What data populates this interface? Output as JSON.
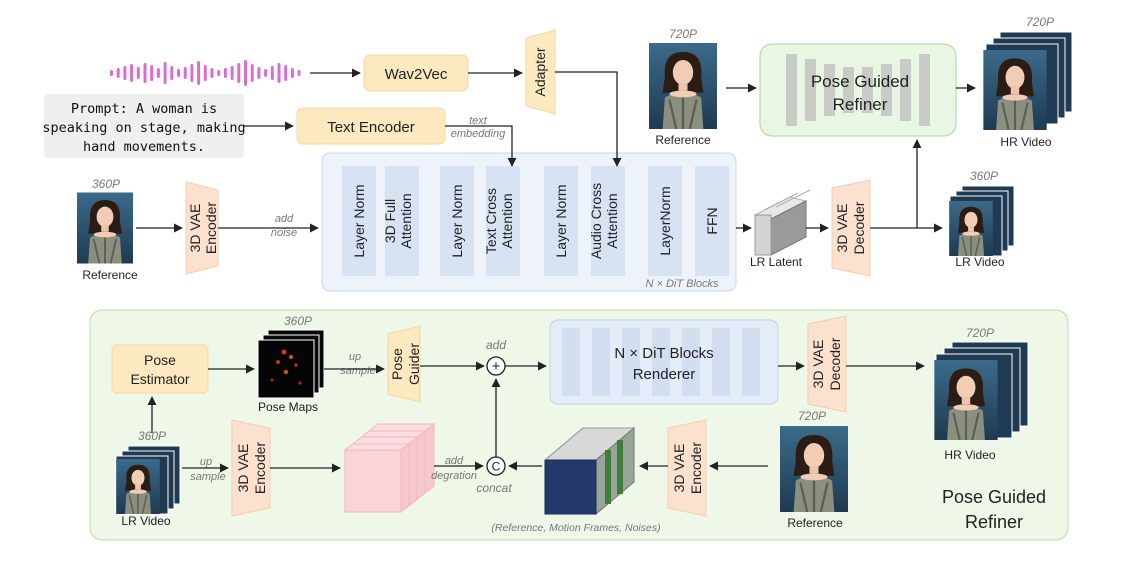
{
  "top": {
    "wav2vec": "Wav2Vec",
    "adapter": "Adapter",
    "prompt": {
      "line1": "Prompt: A woman is",
      "line2": "speaking on stage, making",
      "line3": "hand movements."
    },
    "text_encoder": "Text Encoder",
    "text_embedding_line1": "text",
    "text_embedding_line2": "embedding",
    "res_360p": "360P",
    "reference_label": "Reference",
    "vae_encoder_line1": "3D VAE",
    "vae_encoder_line2": "Encoder",
    "add_noise_line1": "add",
    "add_noise_line2": "noise",
    "dit_blocks": [
      {
        "line1": "Layer Norm",
        "line2": ""
      },
      {
        "line1": "3D Full",
        "line2": "Attention"
      },
      {
        "line1": "Layer Norm",
        "line2": ""
      },
      {
        "line1": "Text Cross",
        "line2": "Attention"
      },
      {
        "line1": "Layer Norm",
        "line2": ""
      },
      {
        "line1": "Audio Cross",
        "line2": "Attention"
      },
      {
        "line1": "LayerNorm",
        "line2": ""
      },
      {
        "line1": "FFN",
        "line2": ""
      }
    ],
    "dit_caption": "N  × DiT Blocks",
    "lr_latent": "LR Latent",
    "vae_decoder_line1": "3D VAE",
    "vae_decoder_line2": "Decoder",
    "res_360p_out": "360P",
    "lr_video": "LR Video",
    "res_720p_ref": "720P",
    "reference_720_label": "Reference",
    "refiner_line1": "Pose Guided",
    "refiner_line2": "Refiner",
    "res_720p_out": "720P",
    "hr_video": "HR Video"
  },
  "bottom": {
    "pose_estimator_line1": "Pose",
    "pose_estimator_line2": "Estimator",
    "res_360p_pose": "360P",
    "pose_maps": "Pose Maps",
    "up_sample_line1": "up",
    "up_sample_line2": "sample",
    "pose_guider_line1": "Pose",
    "pose_guider_line2": "Guider",
    "add_label": "add",
    "plus_symbol": "+",
    "renderer_line1": "N  × DiT Blocks",
    "renderer_line2": "Renderer",
    "vae_decoder_line1": "3D VAE",
    "vae_decoder_line2": "Decoder",
    "res_720p_out": "720P",
    "hr_video": "HR Video",
    "res_360p_in": "360P",
    "lr_video": "LR Video",
    "up_sample2_line1": "up",
    "up_sample2_line2": "sample",
    "vae_encoder_line1": "3D VAE",
    "vae_encoder_line2": "Encoder",
    "add_degration_line1": "add",
    "add_degration_line2": "degration",
    "concat_symbol": "C",
    "concat_label": "concat",
    "inputs_caption": "(Reference, Motion Frames, Noises)",
    "vae_encoder2_line1": "3D VAE",
    "vae_encoder2_line2": "Encoder",
    "res_720p_ref": "720P",
    "reference_label": "Reference",
    "section_title_line1": "Pose Guided",
    "section_title_line2": "Refiner"
  }
}
